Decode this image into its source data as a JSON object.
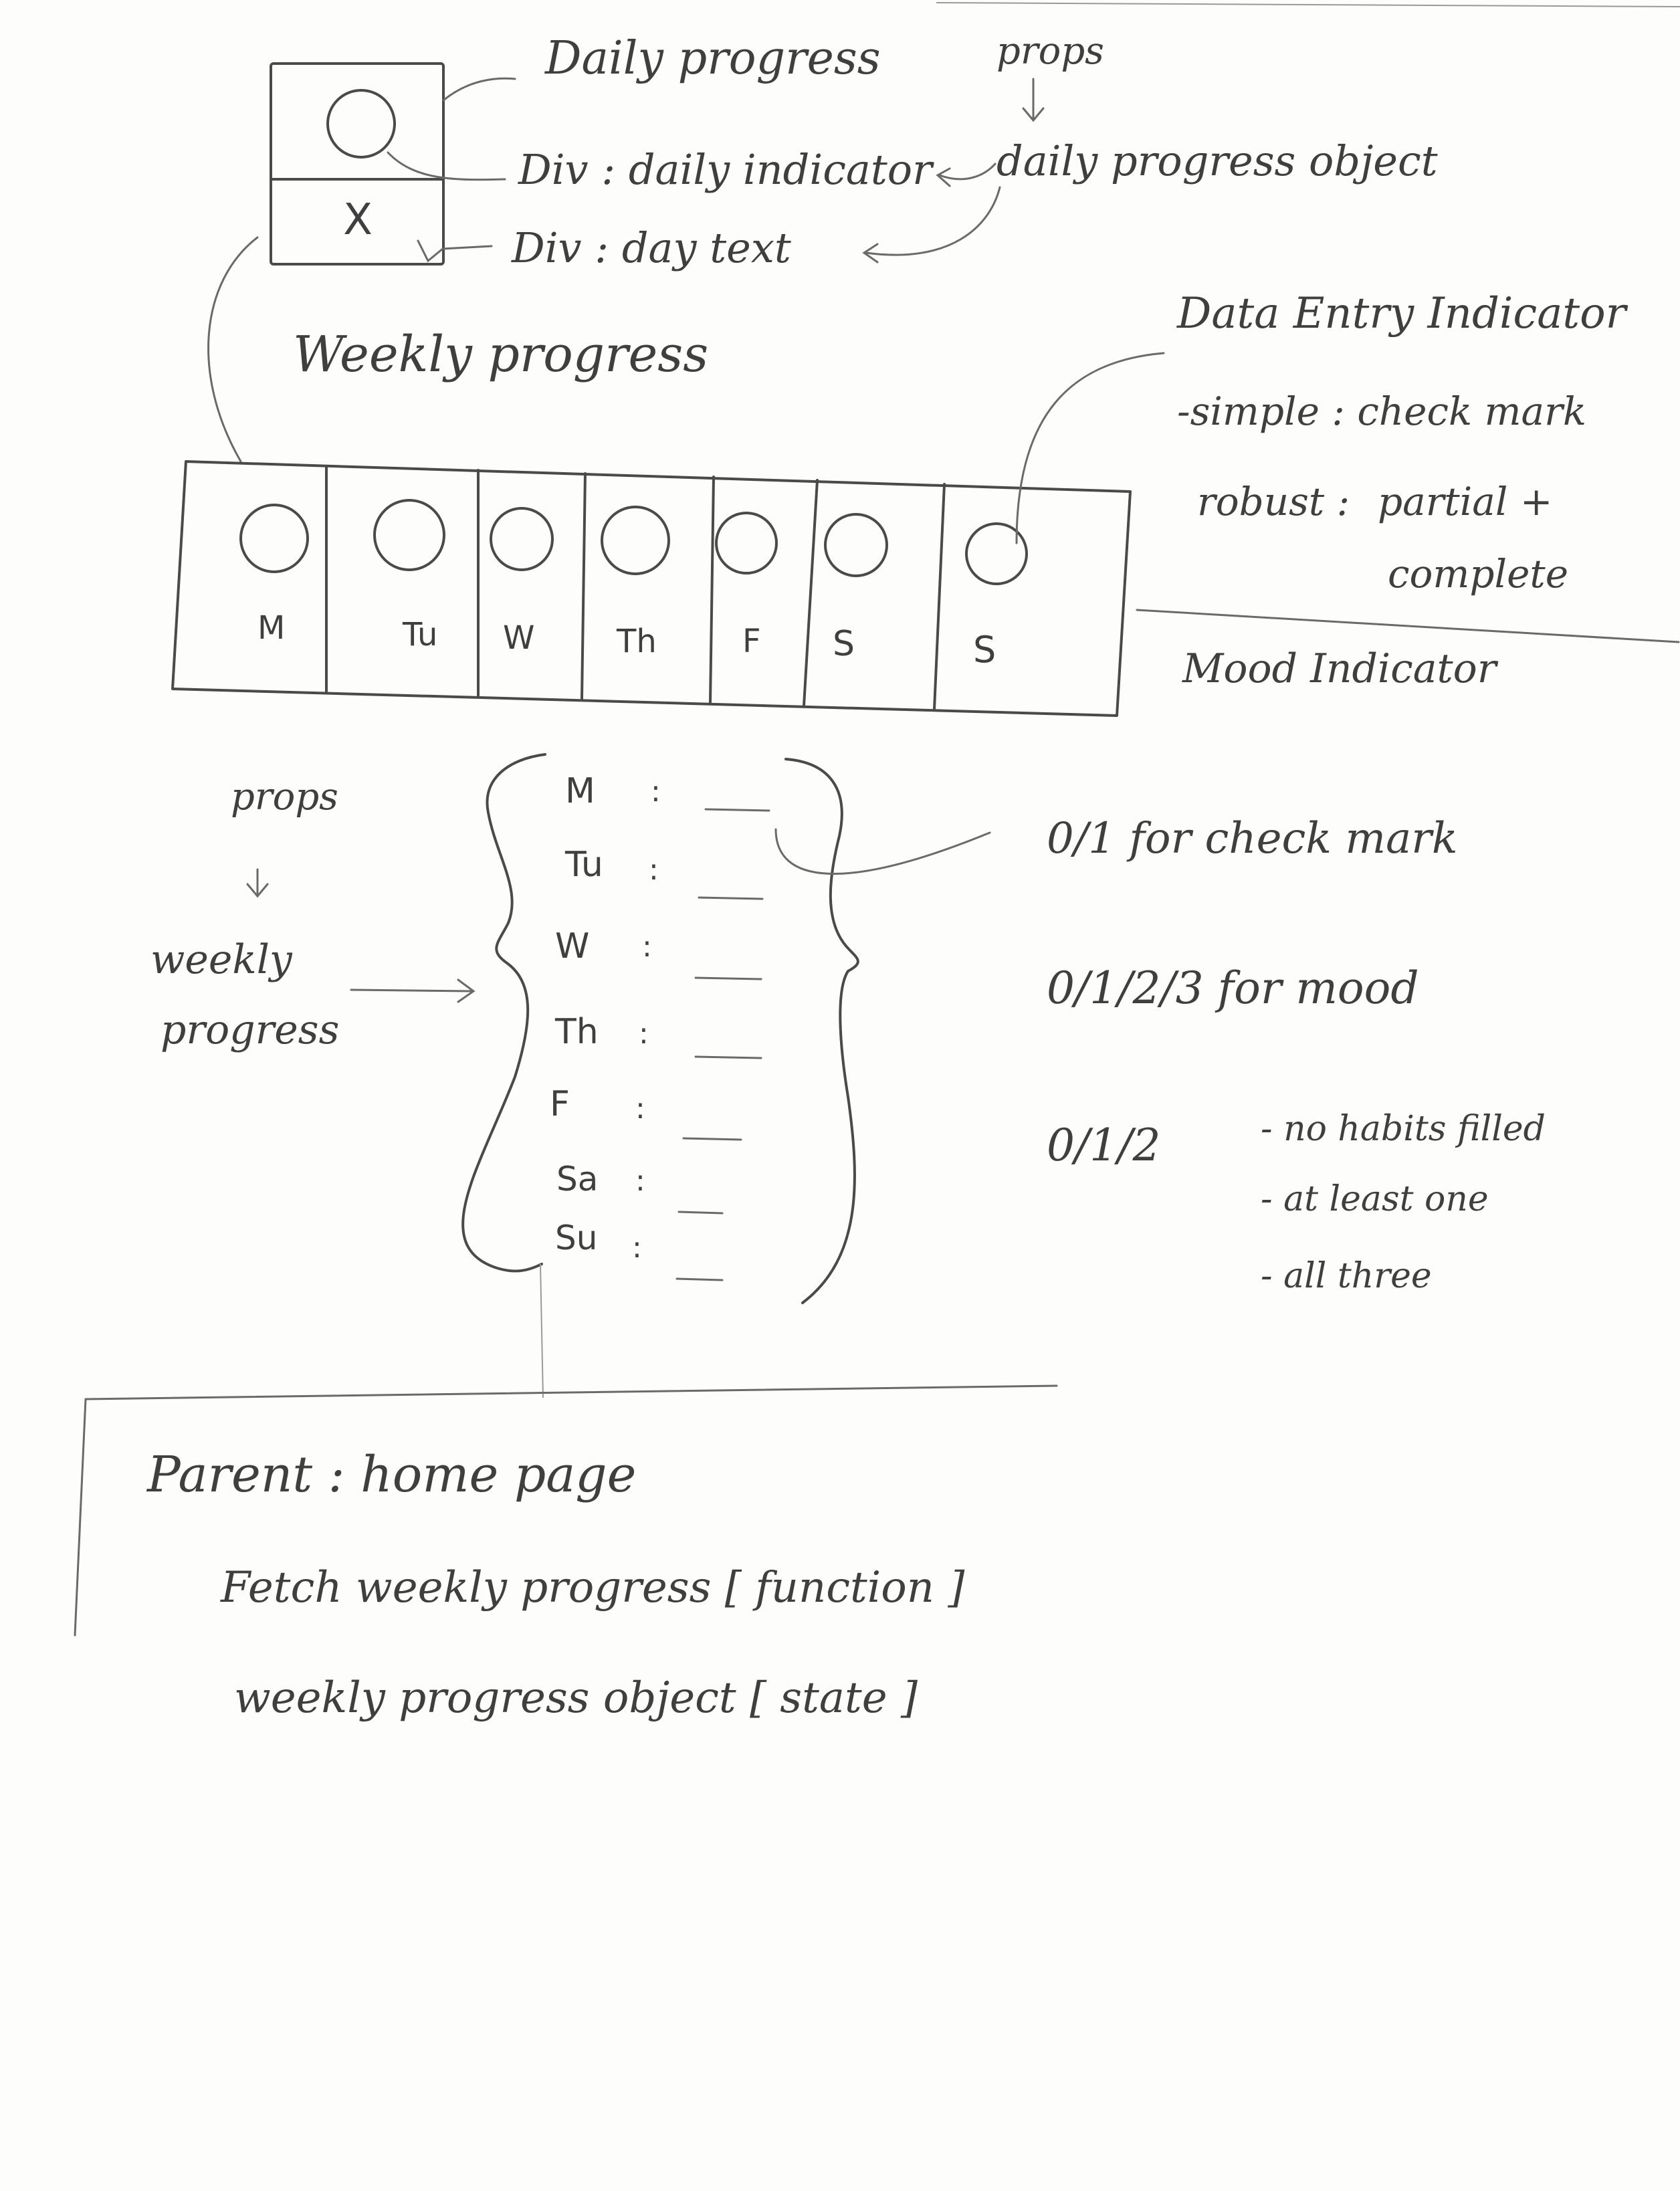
{
  "daily_progress": {
    "title": "Daily progress",
    "box_symbol": "X",
    "div_indicator": "Div : daily indicator",
    "div_day_text": "Div : day text",
    "props_label": "props",
    "props_target": "daily progress object"
  },
  "weekly_progress": {
    "title": "Weekly progress",
    "days": [
      "M",
      "Tu",
      "W",
      "Th",
      "F",
      "S",
      "S"
    ]
  },
  "data_entry": {
    "title": "Data Entry Indicator",
    "simple": "-simple : check mark",
    "robust_label": "robust :",
    "robust_line1": "partial +",
    "robust_line2": "complete"
  },
  "mood": {
    "title": "Mood Indicator"
  },
  "weekly_object": {
    "props_label": "props",
    "source_line1": "weekly",
    "source_line2": "progress",
    "days": [
      "M",
      "Tu",
      "W",
      "Th",
      "F",
      "Sa",
      "Su"
    ],
    "value_checkmark": "0/1 for check mark",
    "value_mood": "0/1/2/3 for mood",
    "value_habits": "0/1/2",
    "habit_options": [
      "- no habits filled",
      "- at least one",
      "- all three"
    ]
  },
  "parent": {
    "title": "Parent : home page",
    "fetch": "Fetch weekly progress [ function ]",
    "state": "weekly progress object [ state ]"
  }
}
